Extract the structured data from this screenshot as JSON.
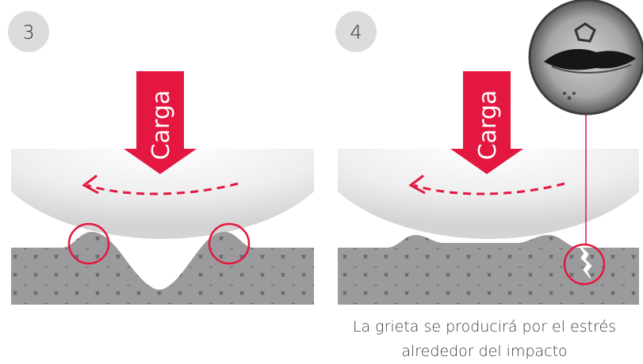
{
  "panels": [
    {
      "step": "3",
      "arrow_label": "Carga"
    },
    {
      "step": "4",
      "arrow_label": "Carga"
    }
  ],
  "caption": {
    "line1": "La grieta se producirá por el estrés",
    "line2": "alrededor del impacto"
  },
  "colors": {
    "accent": "#e3173f",
    "ground": "#6e6e70",
    "circles": "#9b9b9d",
    "roller": "#e6e6e6",
    "badge": "#dcdcdc"
  }
}
